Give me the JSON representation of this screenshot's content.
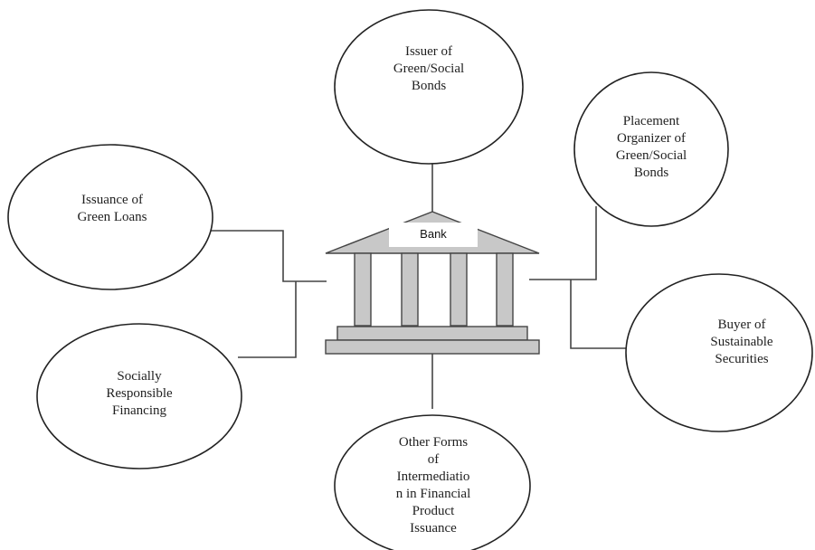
{
  "center": {
    "label": "Bank",
    "icon": "bank-building-icon",
    "building_color": "#c8c8c8",
    "label_bg": "#ffffff"
  },
  "nodes": [
    {
      "id": "issuer",
      "text": "Issuer of\nGreen/Social\nBonds"
    },
    {
      "id": "placement",
      "text": "Placement\nOrganizer of\nGreen/Social\nBonds"
    },
    {
      "id": "buyer",
      "text": "Buyer of\nSustainable\nSecurities"
    },
    {
      "id": "other",
      "text": "Other Forms\nof\nIntermediatio\nn in Financial\nProduct\nIssuance"
    },
    {
      "id": "srf",
      "text": "Socially\nResponsible\nFinancing"
    },
    {
      "id": "loans",
      "text": "Issuance of\nGreen Loans"
    }
  ],
  "colors": {
    "line": "#444444",
    "ellipse_stroke": "#222222",
    "text": "#1f1f1f"
  }
}
